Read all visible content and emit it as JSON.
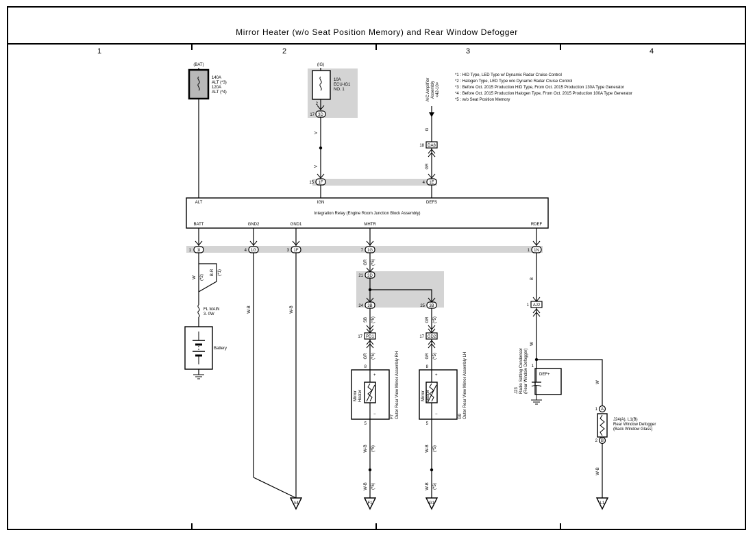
{
  "title": "Mirror Heater (w/o Seat Position Memory) and Rear Window Defogger",
  "columns": [
    "1",
    "2",
    "3",
    "4"
  ],
  "fuses": {
    "bat_source": "(BAT)",
    "alt_lines": [
      "140A",
      "ALT (*3)",
      "120A",
      "ALT (*4)"
    ],
    "ig_source": "(IG)",
    "ig_lines": [
      "10A",
      "ECU-IG1",
      "NO. 1"
    ],
    "fl_lines": [
      "FL MAIN",
      "3. 0W"
    ]
  },
  "notes": [
    "*1 : HID Type, LED Type w/ Dynamic Radar Cruise Control",
    "*2 : Halogen Type, LED Type w/o Dynamic Radar Cruise Control",
    "*3 : Before Oct. 2015 Production HID Type, From Oct. 2015 Production 130A Type Generator",
    "*4 : Before Oct. 2015 Production Halogen Type, From Oct. 2015 Production 100A Type Generator",
    "*5 : w/o Seat Position Memory"
  ],
  "ac_amp": [
    "A/C Amplifier",
    "Assembly",
    "<42-10>"
  ],
  "relay": {
    "name": "Integration Relay (Engine Room Junction Block Assembly)",
    "top_pins": [
      "ALT",
      "IGN",
      "DEFS"
    ],
    "bottom_pins": [
      "BATT",
      "GND2",
      "GND1",
      "MHTR",
      "RDEF"
    ]
  },
  "connectors": {
    "ig2": "2",
    "ig17": "17",
    "ig17c": "3D",
    "dab_n": "18",
    "dab": "DA8",
    "c15n": "15",
    "c15": "1F",
    "c4n": "4",
    "c4": "1E",
    "b1n": "1",
    "b1": "1I",
    "b4n": "4",
    "b4": "1G",
    "b3n": "3",
    "b3": "1F",
    "b7n": "7",
    "b7": "1G",
    "b1bn": "1",
    "b1b": "1N",
    "j21n": "21",
    "j21": "3D",
    "j24n": "24",
    "j24": "3B",
    "j25n": "25",
    "j25": "3B",
    "pd1n": "17",
    "pd1": "PD1",
    "gd2n": "17",
    "gd2": "GD2",
    "aj2n": "1",
    "aj2": "AJ2",
    "m8a": "8",
    "m5a": "5",
    "m8b": "8",
    "m5b": "5",
    "cond_pin": "1",
    "defA": "A",
    "defB": "B",
    "def1": "1",
    "def2": "2"
  },
  "wires": {
    "v": "V",
    "g": "G",
    "gr": "GR",
    "w": "W",
    "br": "B-R",
    "wb": "W-B",
    "sb": "SB",
    "b": "B",
    "s1": "(*1)",
    "s2": "(*2)",
    "s5": "(*5)"
  },
  "components": {
    "battery": "Battery",
    "mirror_heater": [
      "Mirror",
      "Heater"
    ],
    "mirror_rh": [
      "F7",
      "Outer Rear View Mirror Assembly RH"
    ],
    "mirror_lh": [
      "G9",
      "Outer Rear View Mirror Assembly LH"
    ],
    "condenser": [
      "J23",
      "Radio Setting Condenser",
      "(Rear Window Defogger)"
    ],
    "def_pin": "DEF+",
    "defogger": [
      "J24(A), L1(B)",
      "Rear Window Defogger",
      "(Back Window Glass)"
    ]
  },
  "grounds": [
    "A4",
    "F1",
    "G1",
    "L1"
  ]
}
